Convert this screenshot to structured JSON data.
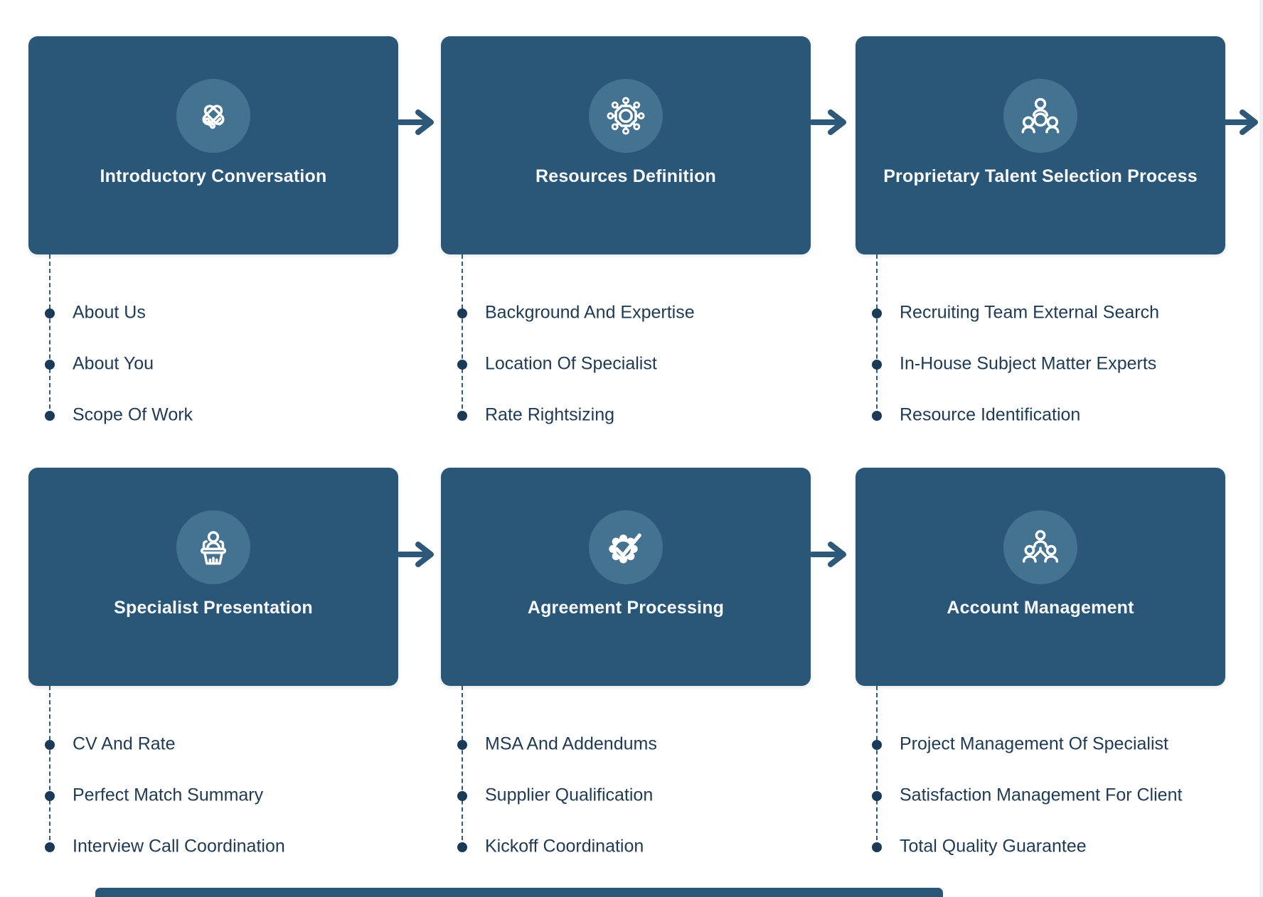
{
  "diagram": {
    "type": "process-flow",
    "rows": 2,
    "columns": 3,
    "steps": [
      {
        "title": "Introductory Conversation",
        "icon": "handshake-icon",
        "bullets": [
          "About Us",
          "About You",
          "Scope Of Work"
        ]
      },
      {
        "title": "Resources Definition",
        "icon": "gear-network-icon",
        "bullets": [
          "Background And Expertise",
          "Location Of Specialist",
          "Rate Rightsizing"
        ]
      },
      {
        "title": "Proprietary Talent Selection Process",
        "icon": "meeting-people-icon",
        "bullets": [
          "Recruiting Team External Search",
          "In-House Subject Matter Experts",
          "Resource Identification"
        ]
      },
      {
        "title": "Specialist Presentation",
        "icon": "podium-speaker-icon",
        "bullets": [
          "CV And Rate",
          "Perfect Match Summary",
          "Interview Call Coordination"
        ]
      },
      {
        "title": "Agreement Processing",
        "icon": "gear-check-icon",
        "bullets": [
          "MSA And Addendums",
          "Supplier Qualification",
          "Kickoff Coordination"
        ]
      },
      {
        "title": "Account Management",
        "icon": "org-chart-icon",
        "bullets": [
          "Project Management Of Specialist",
          "Satisfaction Management For Client",
          "Total Quality Guarantee"
        ]
      }
    ],
    "connectors": {
      "between_cards": "right-arrow",
      "row1_edge_arrow": "right-arrow-clipped",
      "bullet_connector": "vertical-dashed-line-with-dots"
    }
  },
  "theme": {
    "card_bg": "#2A5678",
    "icon_circle_bg": "#447291",
    "card_title_color": "#F7F9FA",
    "bullet_text_color": "#1F3A55",
    "bullet_dot_color": "#1B3A58",
    "dashed_line_color": "#2E5C80",
    "arrow_color": "#2E5878",
    "scrollbar_thumb_color": "#2A5678",
    "scrollbar_track_color": "#EBF1F6",
    "page_bg": "#FFFFFF"
  }
}
